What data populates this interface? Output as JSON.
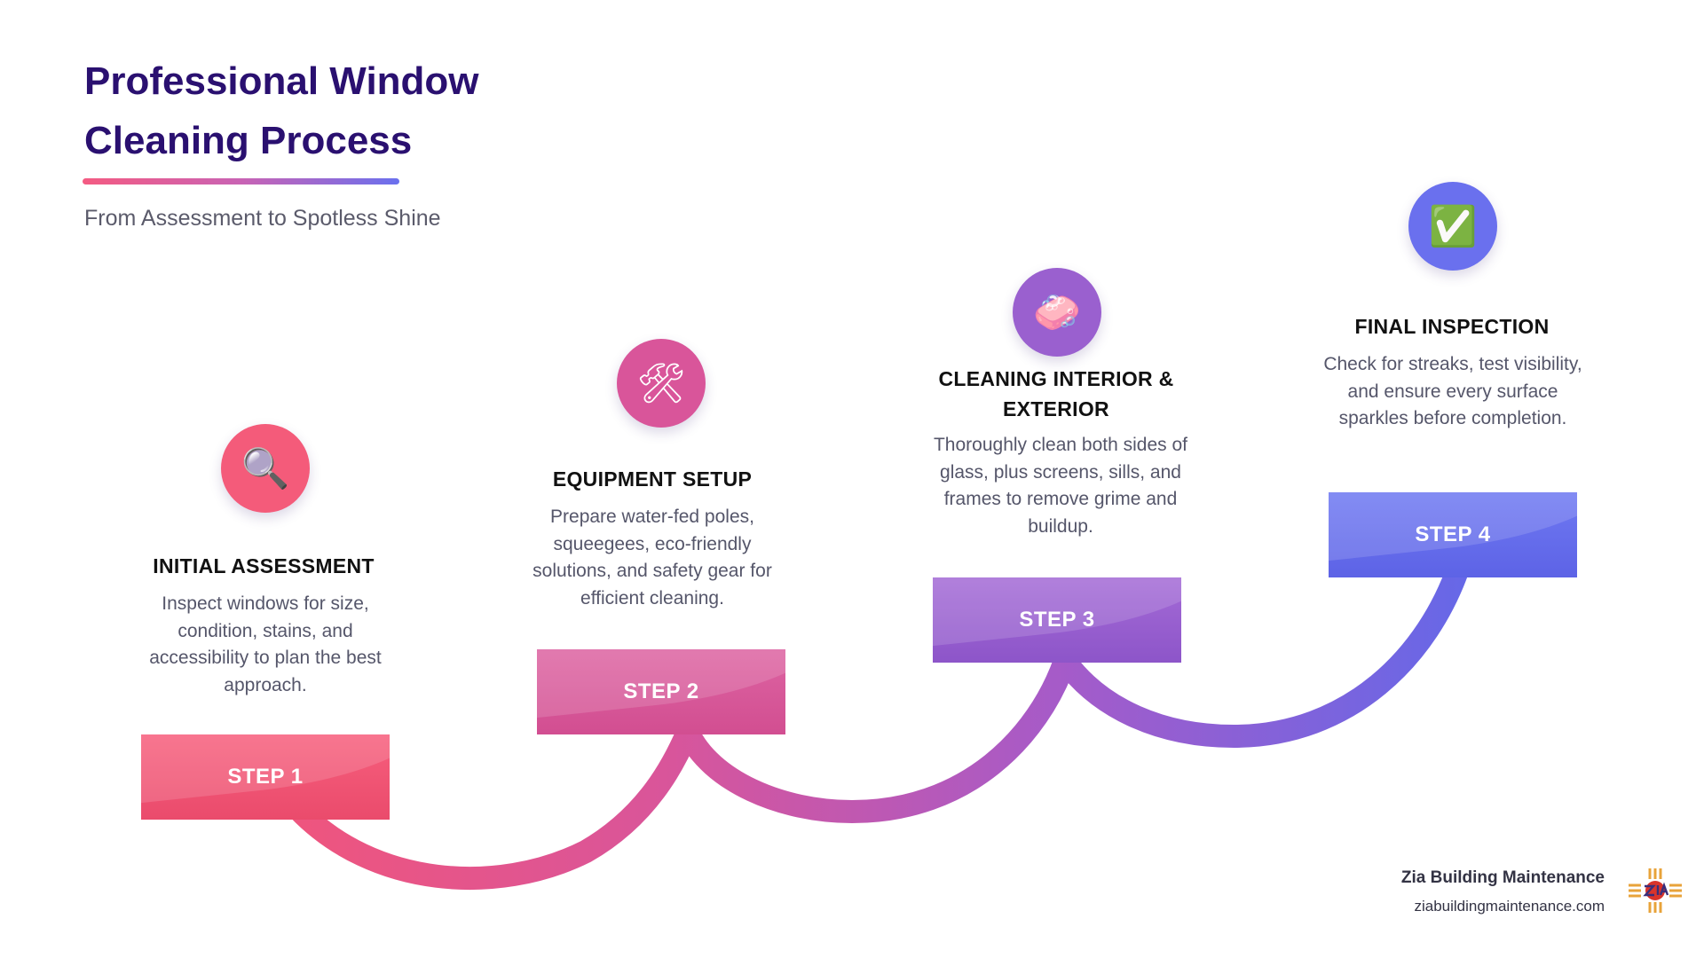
{
  "header": {
    "title_line1": "Professional Window",
    "title_line2": "Cleaning Process",
    "subtitle": "From Assessment to Spotless Shine"
  },
  "steps": [
    {
      "icon": "magnifying-glass-icon",
      "glyph": "🔍",
      "heading": "INITIAL ASSESSMENT",
      "description": "Inspect windows for size, condition, stains, and accessibility to plan the best approach.",
      "label": "STEP 1",
      "color": "#f45b7a"
    },
    {
      "icon": "hammer-and-wrench-icon",
      "glyph": "🛠",
      "heading": "EQUIPMENT SETUP",
      "description": "Prepare water-fed poles, squeegees, eco-friendly solutions, and safety gear for efficient cleaning.",
      "label": "STEP 2",
      "color": "#d9559a"
    },
    {
      "icon": "soap-icon",
      "glyph": "🧼",
      "heading": "CLEANING INTERIOR & EXTERIOR",
      "description": "Thoroughly clean both sides of glass, plus screens, sills, and frames to remove grime and buildup.",
      "label": "STEP 3",
      "color": "#9a60cf"
    },
    {
      "icon": "check-mark-button-icon",
      "glyph": "✅",
      "heading": "FINAL INSPECTION",
      "description": "Check for streaks, test visibility, and ensure every surface sparkles before completion.",
      "label": "STEP 4",
      "color": "#6a70ee"
    }
  ],
  "footer": {
    "company": "Zia Building Maintenance",
    "website": "ziabuildingmaintenance.com",
    "logo_icon": "zia-sun-logo-icon"
  }
}
